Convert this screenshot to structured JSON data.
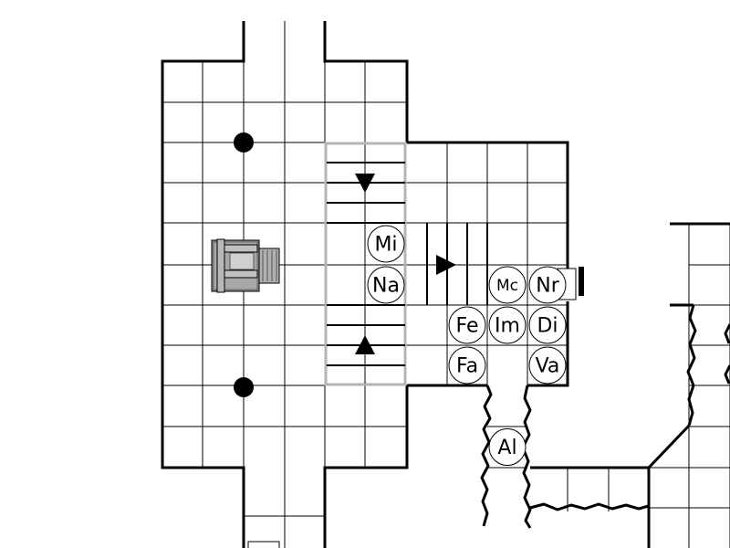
{
  "tokens": [
    {
      "id": "mi",
      "label": "Mi",
      "col": 9,
      "row": 6
    },
    {
      "id": "na",
      "label": "Na",
      "col": 9,
      "row": 7
    },
    {
      "id": "mc",
      "label": "Mc",
      "col": 12,
      "row": 7
    },
    {
      "id": "nr",
      "label": "Nr",
      "col": 13,
      "row": 7
    },
    {
      "id": "fe",
      "label": "Fe",
      "col": 11,
      "row": 8
    },
    {
      "id": "im",
      "label": "Im",
      "col": 12,
      "row": 8
    },
    {
      "id": "di",
      "label": "Di",
      "col": 13,
      "row": 8
    },
    {
      "id": "fa",
      "label": "Fa",
      "col": 11,
      "row": 9
    },
    {
      "id": "va",
      "label": "Va",
      "col": 13,
      "row": 9
    },
    {
      "id": "al",
      "label": "Al",
      "col": 12,
      "row": 11
    }
  ],
  "pillars": [
    {
      "id": "pillar-north",
      "col": 5,
      "row": 3
    },
    {
      "id": "pillar-south",
      "col": 5,
      "row": 9
    }
  ],
  "colors": {
    "wall": "#000000",
    "grid": "#000000",
    "highlight": "#b4b4b4",
    "throne": "#a0a0a0"
  }
}
